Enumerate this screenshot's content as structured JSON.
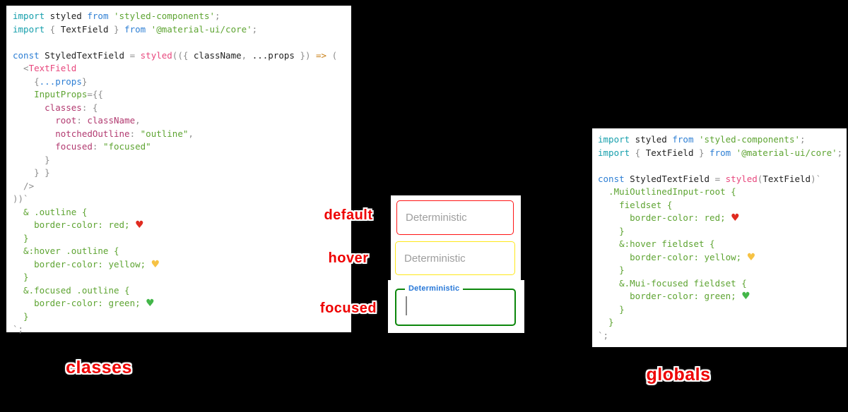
{
  "left_code": {
    "lines": [
      [
        {
          "t": "import",
          "c": "teal"
        },
        {
          "t": " styled ",
          "c": "black"
        },
        {
          "t": "from",
          "c": "blue"
        },
        {
          "t": " 'styled-components'",
          "c": "green"
        },
        {
          "t": ";",
          "c": "gray"
        }
      ],
      [
        {
          "t": "import",
          "c": "teal"
        },
        {
          "t": " { ",
          "c": "gray"
        },
        {
          "t": "TextField",
          "c": "black"
        },
        {
          "t": " } ",
          "c": "gray"
        },
        {
          "t": "from",
          "c": "blue"
        },
        {
          "t": " '@material-ui/core'",
          "c": "green"
        },
        {
          "t": ";",
          "c": "gray"
        }
      ],
      [],
      [
        {
          "t": "const",
          "c": "blue"
        },
        {
          "t": " StyledTextField ",
          "c": "black"
        },
        {
          "t": "= ",
          "c": "gray"
        },
        {
          "t": "styled",
          "c": "pink"
        },
        {
          "t": "(({ ",
          "c": "gray"
        },
        {
          "t": "className",
          "c": "black"
        },
        {
          "t": ", ",
          "c": "gray"
        },
        {
          "t": "...props",
          "c": "black"
        },
        {
          "t": " }) ",
          "c": "gray"
        },
        {
          "t": "=>",
          "c": "orange"
        },
        {
          "t": " (",
          "c": "gray"
        }
      ],
      [
        {
          "t": "  <",
          "c": "gray"
        },
        {
          "t": "TextField",
          "c": "pink"
        }
      ],
      [
        {
          "t": "    {",
          "c": "gray"
        },
        {
          "t": "...props",
          "c": "blue"
        },
        {
          "t": "}",
          "c": "gray"
        }
      ],
      [
        {
          "t": "    InputProps",
          "c": "green"
        },
        {
          "t": "={{",
          "c": "gray"
        }
      ],
      [
        {
          "t": "      classes",
          "c": "magenta"
        },
        {
          "t": ": {",
          "c": "gray"
        }
      ],
      [
        {
          "t": "        root",
          "c": "magenta"
        },
        {
          "t": ": ",
          "c": "gray"
        },
        {
          "t": "className",
          "c": "magenta"
        },
        {
          "t": ",",
          "c": "gray"
        }
      ],
      [
        {
          "t": "        notchedOutline",
          "c": "magenta"
        },
        {
          "t": ": ",
          "c": "gray"
        },
        {
          "t": "\"outline\"",
          "c": "green"
        },
        {
          "t": ",",
          "c": "gray"
        }
      ],
      [
        {
          "t": "        focused",
          "c": "magenta"
        },
        {
          "t": ": ",
          "c": "gray"
        },
        {
          "t": "\"focused\"",
          "c": "green"
        }
      ],
      [
        {
          "t": "      }",
          "c": "gray"
        }
      ],
      [
        {
          "t": "    } }",
          "c": "gray"
        }
      ],
      [
        {
          "t": "  />",
          "c": "gray"
        }
      ],
      [
        {
          "t": "))`",
          "c": "gray"
        }
      ],
      [
        {
          "t": "  & .outline {",
          "c": "green"
        }
      ],
      [
        {
          "t": "    border-color: red; ",
          "c": "green"
        },
        {
          "t": "♥",
          "c": "heart-red"
        }
      ],
      [
        {
          "t": "  }",
          "c": "green"
        }
      ],
      [
        {
          "t": "  &:hover .outline {",
          "c": "green"
        }
      ],
      [
        {
          "t": "    border-color: yellow; ",
          "c": "green"
        },
        {
          "t": "♥",
          "c": "heart-yellow"
        }
      ],
      [
        {
          "t": "  }",
          "c": "green"
        }
      ],
      [
        {
          "t": "  &.focused .outline {",
          "c": "green"
        }
      ],
      [
        {
          "t": "    border-color: green; ",
          "c": "green"
        },
        {
          "t": "♥",
          "c": "heart-green"
        }
      ],
      [
        {
          "t": "  }",
          "c": "green"
        }
      ],
      [
        {
          "t": "`;",
          "c": "gray"
        }
      ]
    ]
  },
  "right_code": {
    "lines": [
      [
        {
          "t": "import",
          "c": "teal"
        },
        {
          "t": " styled ",
          "c": "black"
        },
        {
          "t": "from",
          "c": "blue"
        },
        {
          "t": " 'styled-components'",
          "c": "green"
        },
        {
          "t": ";",
          "c": "gray"
        }
      ],
      [
        {
          "t": "import",
          "c": "teal"
        },
        {
          "t": " { ",
          "c": "gray"
        },
        {
          "t": "TextField",
          "c": "black"
        },
        {
          "t": " } ",
          "c": "gray"
        },
        {
          "t": "from",
          "c": "blue"
        },
        {
          "t": " '@material-ui/core'",
          "c": "green"
        },
        {
          "t": ";",
          "c": "gray"
        }
      ],
      [],
      [
        {
          "t": "const",
          "c": "blue"
        },
        {
          "t": " StyledTextField ",
          "c": "black"
        },
        {
          "t": "= ",
          "c": "gray"
        },
        {
          "t": "styled",
          "c": "pink"
        },
        {
          "t": "(",
          "c": "gray"
        },
        {
          "t": "TextField",
          "c": "black"
        },
        {
          "t": ")`",
          "c": "gray"
        }
      ],
      [
        {
          "t": "  .MuiOutlinedInput-root {",
          "c": "green"
        }
      ],
      [
        {
          "t": "    fieldset {",
          "c": "green"
        }
      ],
      [
        {
          "t": "      border-color: red; ",
          "c": "green"
        },
        {
          "t": "♥",
          "c": "heart-red"
        }
      ],
      [
        {
          "t": "    }",
          "c": "green"
        }
      ],
      [
        {
          "t": "    &:hover fieldset {",
          "c": "green"
        }
      ],
      [
        {
          "t": "      border-color: yellow; ",
          "c": "green"
        },
        {
          "t": "♥",
          "c": "heart-yellow"
        }
      ],
      [
        {
          "t": "    }",
          "c": "green"
        }
      ],
      [
        {
          "t": "    &.Mui-focused fieldset {",
          "c": "green"
        }
      ],
      [
        {
          "t": "      border-color: green; ",
          "c": "green"
        },
        {
          "t": "♥",
          "c": "heart-green"
        }
      ],
      [
        {
          "t": "    }",
          "c": "green"
        }
      ],
      [
        {
          "t": "  }",
          "c": "green"
        }
      ],
      [
        {
          "t": "`;",
          "c": "gray"
        }
      ]
    ]
  },
  "fields": {
    "default": {
      "state_label": "default",
      "text": "Deterministic",
      "border_color": "#ff1515"
    },
    "hover": {
      "state_label": "hover",
      "text": "Deterministic",
      "border_color": "#ffe81a"
    },
    "focused": {
      "state_label": "focused",
      "label": "Deterministic",
      "border_color": "#0c870c",
      "label_color": "#2878d8"
    }
  },
  "captions": {
    "left": "classes",
    "right": "globals"
  },
  "colors": {
    "background": "#000000",
    "sticker_red": "#ee0000",
    "placeholder_gray": "#9e9e9e",
    "focused_label_blue": "#2878d8",
    "syntax": {
      "keyword_teal": "#169fac",
      "keyword_blue": "#2e7fd4",
      "string_green": "#5ea432",
      "function_pink": "#e8487e",
      "key_magenta": "#b23a70",
      "punctuation_gray": "#8c8c8c",
      "identifier_black": "#222222",
      "arrow_orange": "#c97f16"
    }
  }
}
